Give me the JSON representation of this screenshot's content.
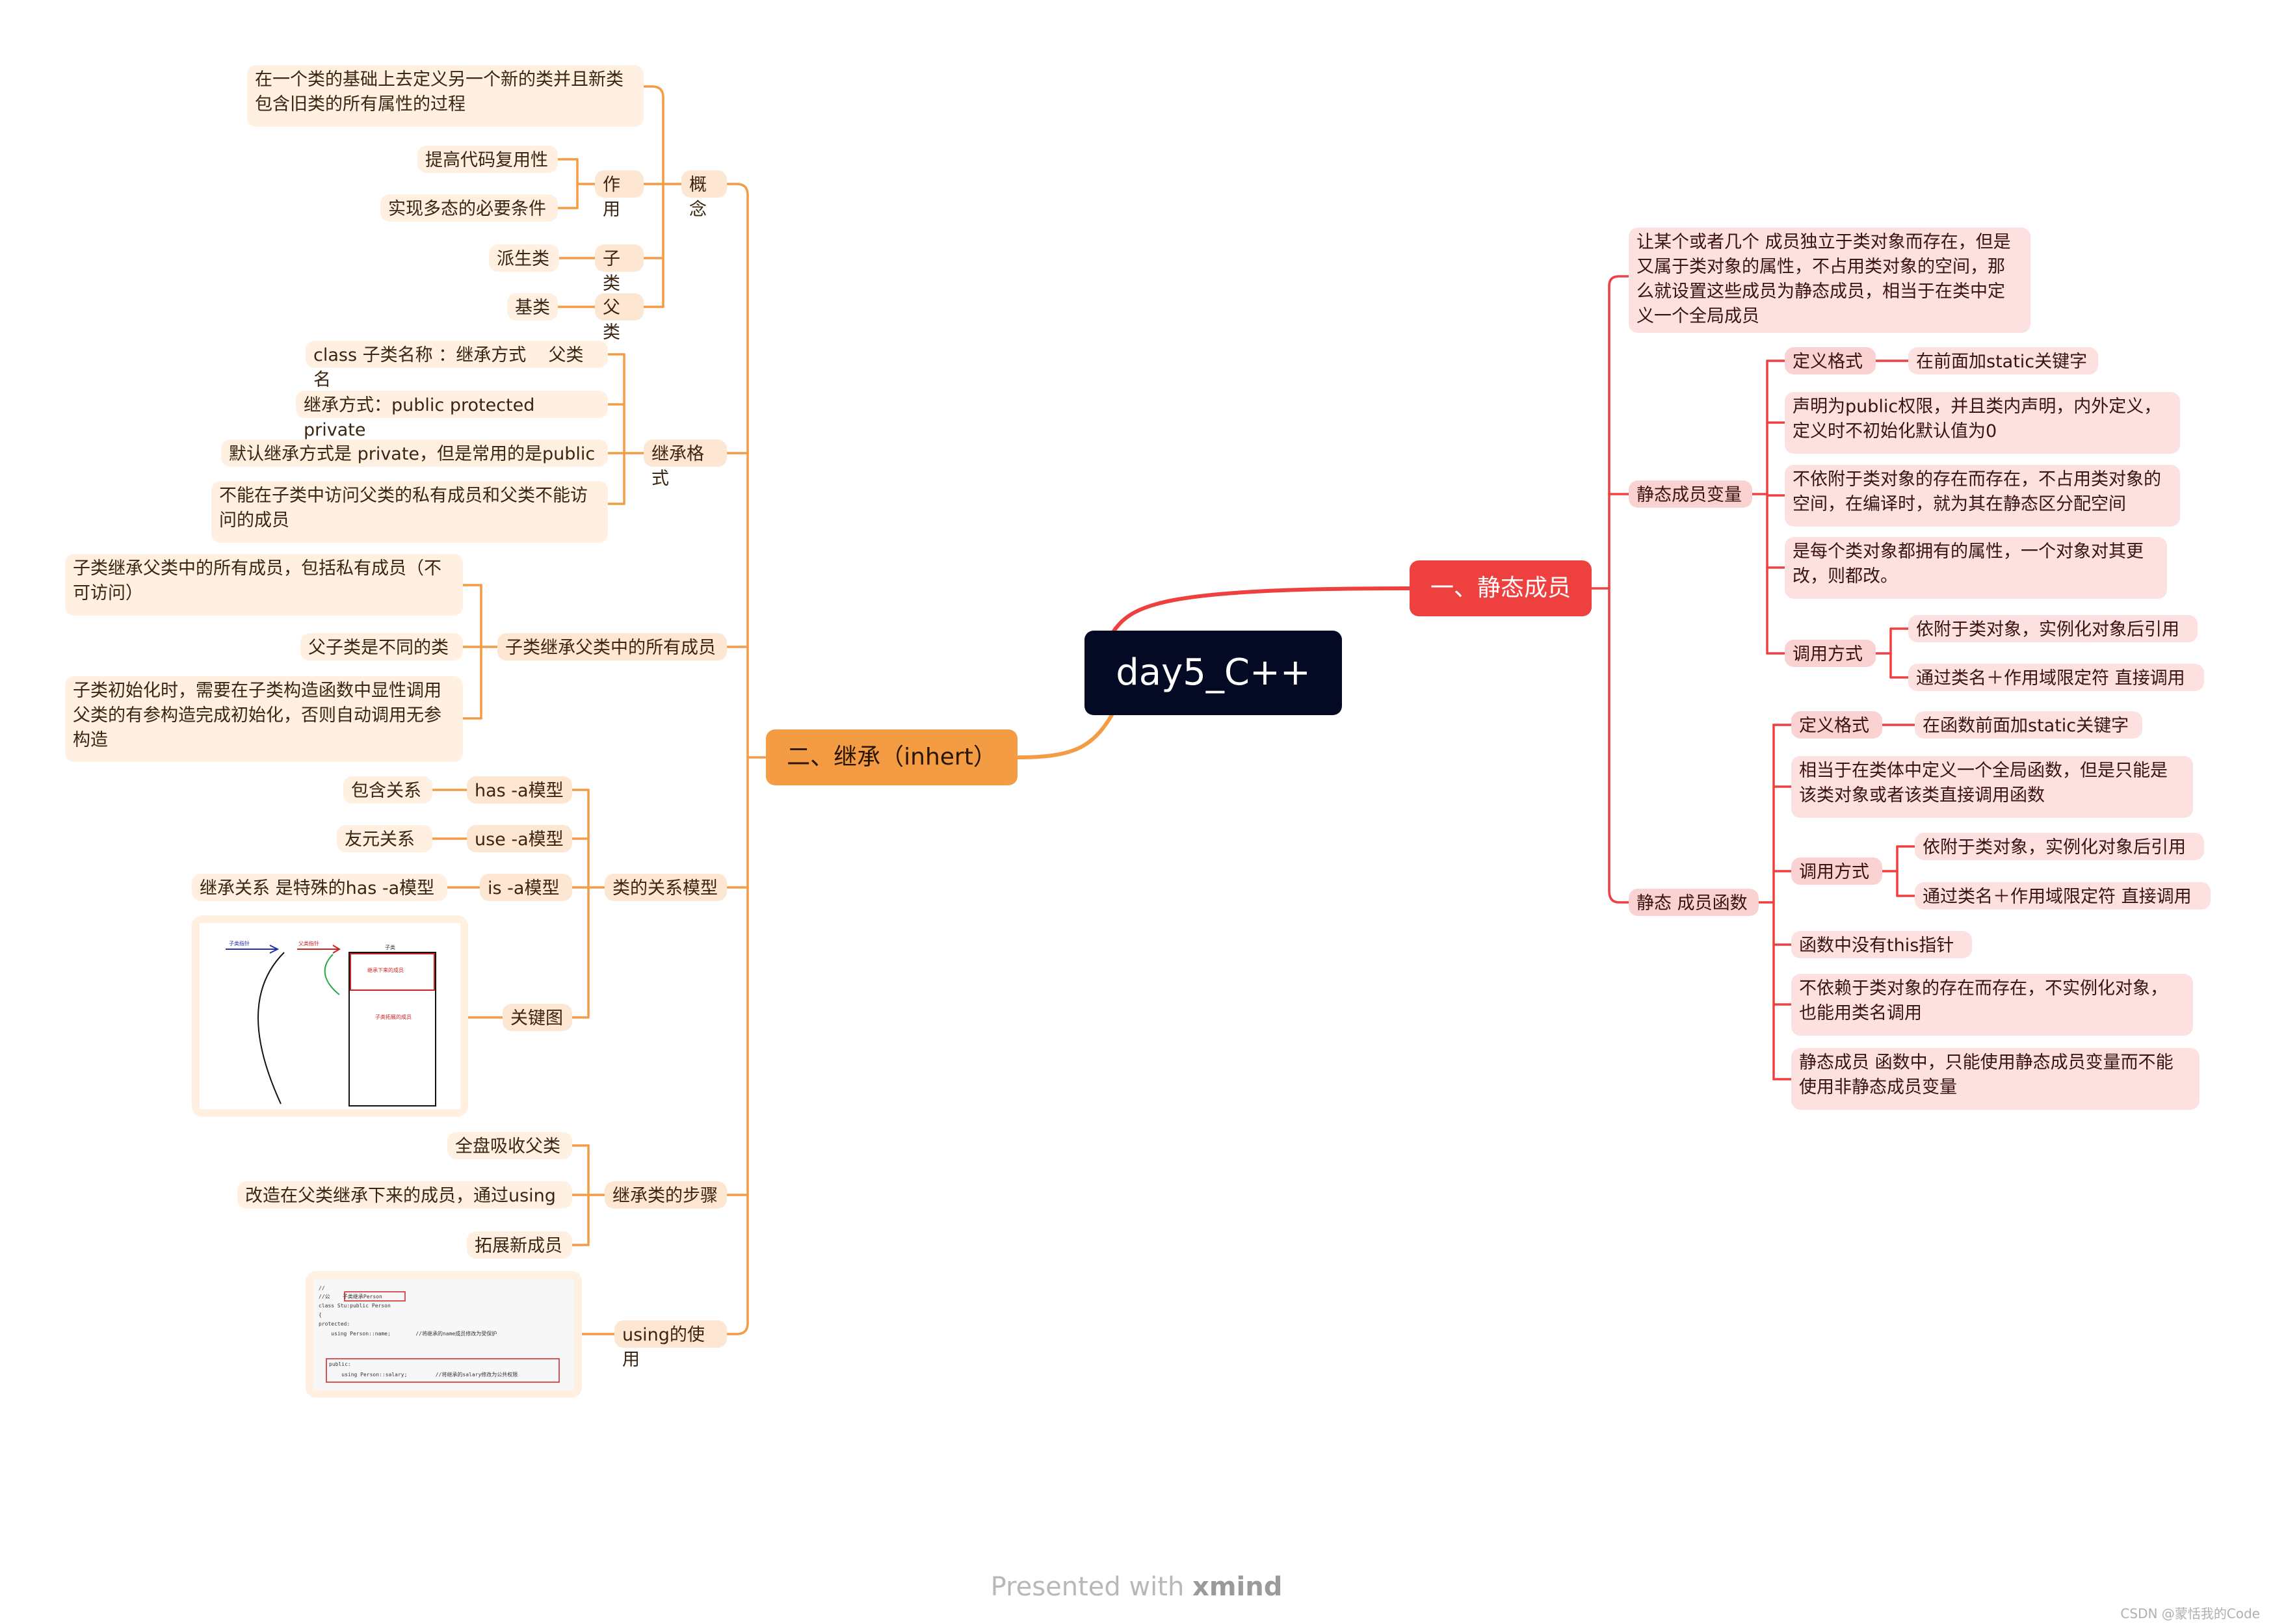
{
  "root": "day5_C++",
  "left": {
    "title": "二、继承（inhert）",
    "concept": {
      "label": "概念",
      "definition": "在一个类的基础上去定义另一个新的类并且新类\n包含旧类的所有属性的过程",
      "role": {
        "label": "作用",
        "items": [
          "提高代码复用性",
          "实现多态的必要条件"
        ]
      },
      "child": {
        "label": "子类",
        "alias": "派生类"
      },
      "parent": {
        "label": "父类",
        "alias": "基类"
      }
    },
    "format": {
      "label": "继承格式",
      "items": [
        "class 子类名称 ：继承方式    父类名",
        "继承方式：public protected private",
        "默认继承方式是 private，但是常用的是public",
        "不能在子类中访问父类的私有成员和父类不能访\n问的成员"
      ]
    },
    "all_members": {
      "label": "子类继承父类中的所有成员",
      "items": [
        "子类继承父类中的所有成员，包括私有成员（不\n可访问）",
        "父子类是不同的类",
        "子类初始化时，需要在子类构造函数中显性调用\n父类的有参构造完成初始化，否则自动调用无参\n构造"
      ]
    },
    "relations": {
      "label": "类的关系模型",
      "models": [
        {
          "label": "has -a模型",
          "desc": "包含关系"
        },
        {
          "label": "use -a模型",
          "desc": "友元关系"
        },
        {
          "label": "is -a模型",
          "desc": "继承关系 是特殊的has -a模型"
        }
      ],
      "key_label": "关键图",
      "key_image": {
        "left_tag": "子类指针",
        "mid_tag": "父类指针",
        "box_title": "子类",
        "inner_label": "继承下来的成员",
        "lower_label": "子类拓展的成员"
      }
    },
    "steps": {
      "label": "继承类的步骤",
      "items": [
        "全盘吸收父类",
        "改造在父类继承下来的成员，通过using",
        "拓展新成员"
      ]
    },
    "using": {
      "label": "using的使用",
      "code": [
        "//",
        "//公    子类继承Person",
        "class Stu:public Person",
        "{",
        "protected:",
        "    using Person::name;        //将继承的name成员修改为受保护",
        "",
        "public:",
        "    using Person::salary;         //将继承的salary修改为公共权限"
      ]
    }
  },
  "right": {
    "title": "一、静态成员",
    "intro": "让某个或者几个 成员独立于类对象而存在，但是\n又属于类对象的属性，不占用类对象的空间，那\n么就设置这些成员为静态成员，相当于在类中定\n义一个全局成员",
    "var": {
      "label": "静态成员变量",
      "def_label": "定义格式",
      "def_value": "在前面加static关键字",
      "points": [
        "声明为public权限，并且类内声明，内外定义，\n定义时不初始化默认值为0",
        "不依附于类对象的存在而存在，不占用类对象的\n空间，在编译时，就为其在静态区分配空间",
        "是每个类对象都拥有的属性，一个对象对其更\n改，则都改。"
      ],
      "call_label": "调用方式",
      "call_items": [
        "依附于类对象，实例化对象后引用",
        "通过类名＋作用域限定符 直接调用"
      ]
    },
    "func": {
      "label": "静态 成员函数",
      "def_label": "定义格式",
      "def_value": "在函数前面加static关键字",
      "global_point": "相当于在类体中定义一个全局函数，但是只能是\n该类对象或者该类直接调用函数",
      "call_label": "调用方式",
      "call_items": [
        "依附于类对象，实例化对象后引用",
        "通过类名＋作用域限定符 直接调用"
      ],
      "points": [
        "函数中没有this指针",
        "不依赖于类对象的存在而存在，不实例化对象，\n也能用类名调用",
        "静态成员 函数中，只能使用静态成员变量而不能\n使用非静态成员变量"
      ]
    }
  },
  "footer": {
    "presented": "Presented with ",
    "brand": "xmind"
  },
  "watermark": "CSDN @蒙恬我的Code",
  "colors": {
    "orange": "#f39c43",
    "red": "#ef4040",
    "root": "#050a24"
  }
}
